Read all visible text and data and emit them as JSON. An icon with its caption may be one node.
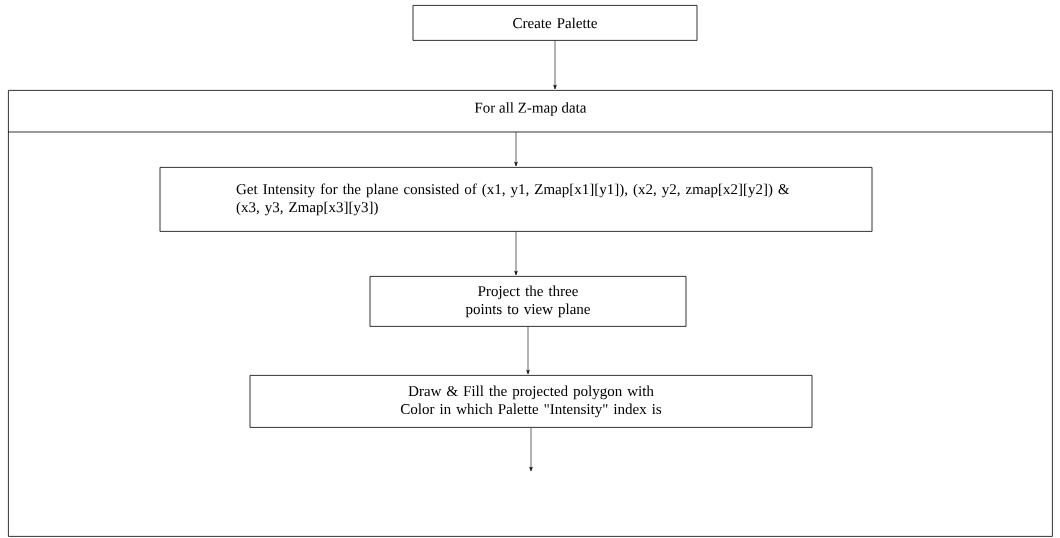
{
  "diagram": {
    "nodes": [
      {
        "text": [
          "Create Palette"
        ]
      },
      {
        "text": [
          "For all Z-map data"
        ]
      },
      {
        "text": [
          "Get Intensity for the plane consisted of (x1, y1, Zmap[x1][y1]), (x2, y2, zmap[x2][y2]) & (x3, y3, Zmap[x3][y3])"
        ],
        "in": 1
      },
      {
        "text": [
          "Project the three points to view plane"
        ],
        "in": 1
      },
      {
        "text": [
          "Draw & Fill the projected polygon with Color in which Palette \"Intensity\" index is"
        ],
        "in": 1
      }
    ],
    "edges": [
      {
        "from": 0,
        "to": 1,
        "arrow": "to"
      },
      {
        "from": null,
        "to": 2,
        "arrow": "to"
      },
      {
        "from": 2,
        "to": 3,
        "arrow": "to"
      },
      {
        "from": 3,
        "to": 4,
        "arrow": "to"
      },
      {
        "from": 4,
        "to": null,
        "arrow": "to"
      }
    ]
  }
}
